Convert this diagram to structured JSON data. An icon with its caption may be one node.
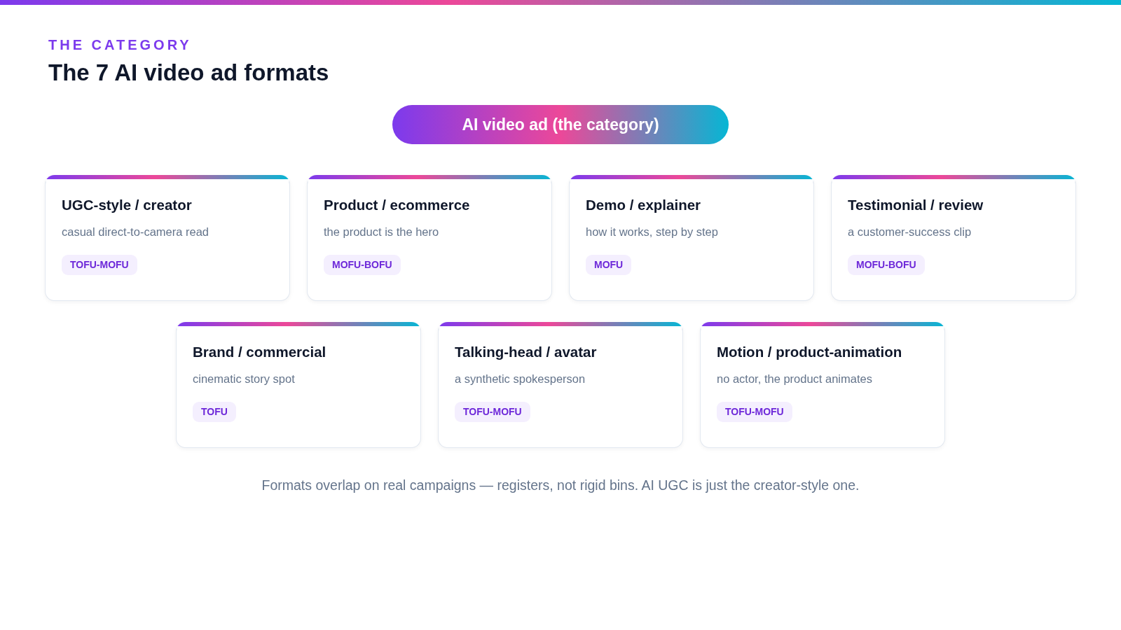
{
  "diagram": {
    "title": "The 7 AI video ad formats",
    "caption": "Formats overlap on real campaigns — registers, not rigid bins. AI UGC is just the creator-style one.",
    "labels": [
      "THE CATEGORY"
    ],
    "nodes": [
      {
        "text": [
          "AI video ad (the category)"
        ]
      },
      {
        "text": [
          "UGC-style / creator",
          "casual direct-to-camera read"
        ]
      },
      {
        "text": [
          "TOFU-MOFU"
        ],
        "in": 1
      },
      {
        "text": [
          "Product / ecommerce",
          "the product is the hero"
        ]
      },
      {
        "text": [
          "MOFU-BOFU"
        ],
        "in": 3
      },
      {
        "text": [
          "Demo / explainer",
          "how it works, step by step"
        ]
      },
      {
        "text": [
          "MOFU"
        ],
        "in": 5
      },
      {
        "text": [
          "Testimonial / review",
          "a customer-success clip"
        ]
      },
      {
        "text": [
          "MOFU-BOFU"
        ],
        "in": 7
      },
      {
        "text": [
          "Brand / commercial",
          "cinematic story spot"
        ]
      },
      {
        "text": [
          "TOFU"
        ],
        "in": 9
      },
      {
        "text": [
          "Talking-head / avatar",
          "a synthetic spokesperson"
        ]
      },
      {
        "text": [
          "TOFU-MOFU"
        ],
        "in": 11
      },
      {
        "text": [
          "Motion / product-animation",
          "no actor, the product animates"
        ]
      },
      {
        "text": [
          "TOFU-MOFU"
        ],
        "in": 13
      }
    ]
  }
}
